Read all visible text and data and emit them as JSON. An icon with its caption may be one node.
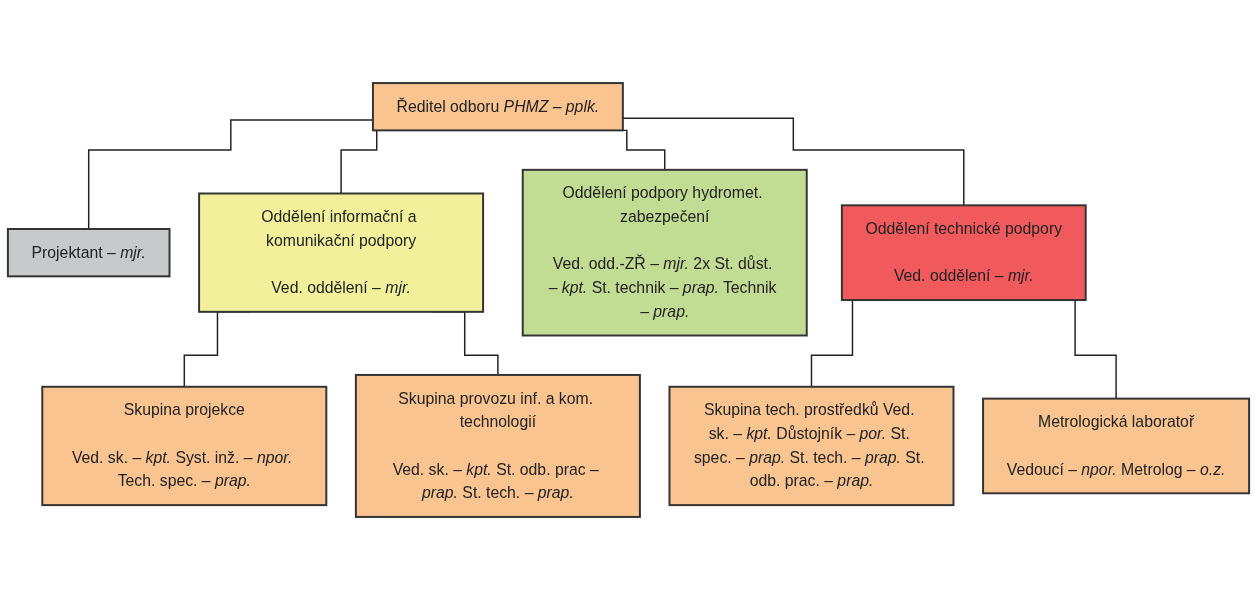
{
  "diagram": {
    "nodes": [
      {
        "text": [
          "Ředitel odboru *PHMZ – pplk.*"
        ]
      },
      {
        "text": [
          "Projektant – *mjr.*"
        ]
      },
      {
        "text": [
          "Oddělení informační a komunikační podpory",
          "Ved. oddělení – *mjr.*"
        ]
      },
      {
        "text": [
          "Oddělení podpory hydromet. zabezpečení",
          "Ved. odd.-ZŘ – *mjr.* 2x St. důst. – *kpt.* St. technik – *prap.* Technik – *prap.*"
        ]
      },
      {
        "text": [
          "Oddělení technické podpory",
          "Ved. oddělení – *mjr.*"
        ]
      },
      {
        "text": [
          "Skupina projekce",
          "Ved. sk. – *kpt.* Syst. inž. – *npor.* Tech. spec. – *prap.*"
        ]
      },
      {
        "text": [
          "Skupina provozu inf. a kom. technologií",
          "Ved. sk. – *kpt.* St. odb. prac – *prap.* St. tech. – *prap.*"
        ]
      },
      {
        "text": [
          "Skupina tech. prostředků Ved. sk. – *kpt.* Důstojník – *por.* St. spec. – *prap.* St. tech. – *prap.* St. odb. prac. – *prap.*"
        ]
      },
      {
        "text": [
          "Metrologická laboratoř",
          "Vedoucí – *npor.* Metrolog – *o.z.*"
        ]
      }
    ],
    "edges": [
      {
        "from": 0,
        "to": 1,
        "arrow": "none"
      },
      {
        "from": 0,
        "to": 2,
        "arrow": "none"
      },
      {
        "from": 0,
        "to": 3,
        "arrow": "none"
      },
      {
        "from": 0,
        "to": 4,
        "arrow": "none"
      },
      {
        "from": 2,
        "to": 5,
        "arrow": "none"
      },
      {
        "from": 2,
        "to": 6,
        "arrow": "none"
      },
      {
        "from": 4,
        "to": 7,
        "arrow": "none"
      },
      {
        "from": 4,
        "to": 8,
        "arrow": "none"
      }
    ]
  }
}
